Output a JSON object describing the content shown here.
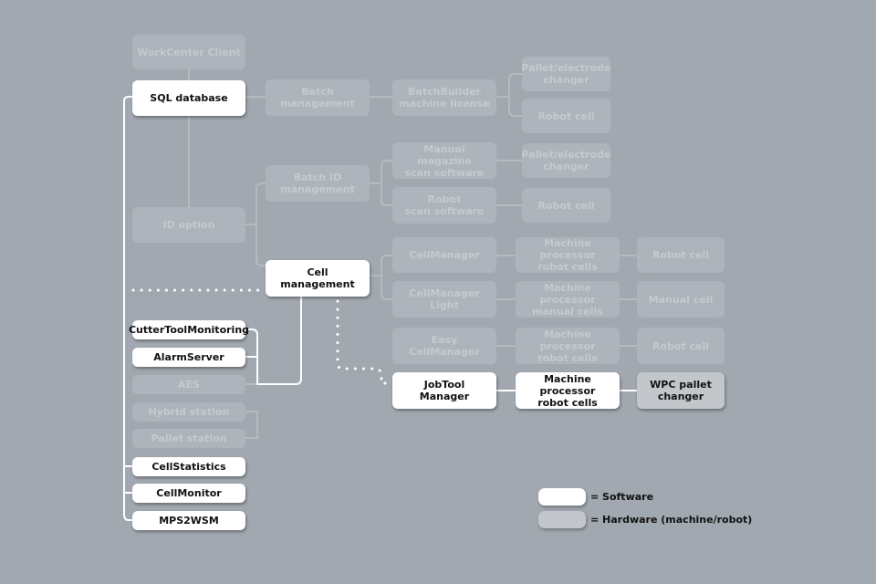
{
  "colors": {
    "background": "#a2a8b0",
    "software_active": "#ffffff",
    "hardware_active": "#c3c6ca",
    "inactive_box": "#aeb4bb",
    "inactive_text": "#c5cad0",
    "line_active": "#ffffff",
    "line_inactive": "#b6bbc1"
  },
  "nodes": {
    "workcenter_client": "WorkCenter Client",
    "sql_database": "SQL database",
    "batch_management": "Batch\nmanagement",
    "batchbuilder_license": "BatchBuilder\nmachine license",
    "pallet_electrode_changer_1": "Pallet/electrode\nchanger",
    "robot_cell_1": "Robot cell",
    "batch_id_management": "Batch ID\nmanagement",
    "manual_magazine_scan": "Manual magazine\nscan software",
    "pallet_electrode_changer_2": "Pallet/electrode\nchanger",
    "robot_scan_software": "Robot\nscan software",
    "robot_cell_2": "Robot cell",
    "id_option": "ID option",
    "cell_management": "Cell\nmanagement",
    "cellmanager": "CellManager",
    "mp_robot_cells_1": "Machine processor\nrobot cells",
    "robot_cell_3": "Robot cell",
    "cellmanager_light": "CellManager\nLight",
    "mp_manual_cells": "Machine processor\nmanual cells",
    "manual_cell": "Manual cell",
    "easy_cellmanager": "Easy\nCellManager",
    "mp_robot_cells_2": "Machine processor\nrobot cells",
    "robot_cell_4": "Robot cell",
    "jobtool_manager": "JobTool\nManager",
    "mp_robot_cells_active": "Machine processor\nrobot cells",
    "wpc_pallet_changer": "WPC pallet\nchanger",
    "cuttertool_monitoring": "CutterToolMonitoring",
    "alarmserver": "AlarmServer",
    "aes": "AES",
    "hybrid_station": "Hybrid station",
    "pallet_station": "Pallet station",
    "cellstatistics": "CellStatistics",
    "cellmonitor": "CellMonitor",
    "mps2wsm": "MPS2WSM"
  },
  "legend": {
    "software": "= Software",
    "hardware": "= Hardware (machine/robot)"
  }
}
